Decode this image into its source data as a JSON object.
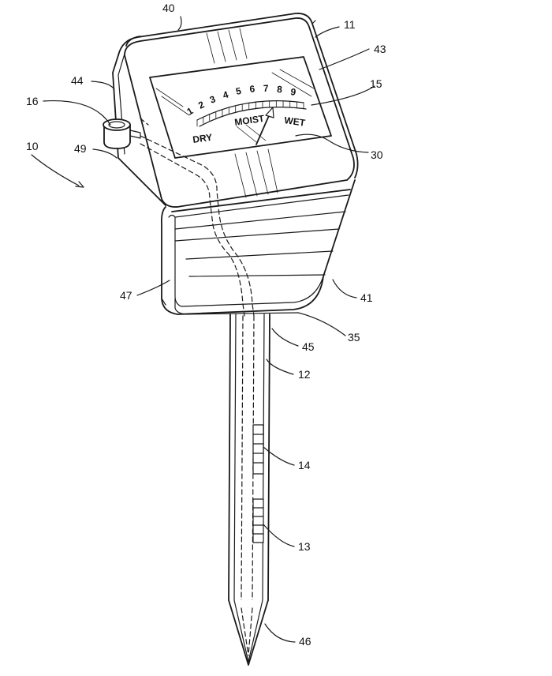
{
  "references": {
    "r10": "10",
    "r11": "11",
    "r12": "12",
    "r13": "13",
    "r14": "14",
    "r15": "15",
    "r16": "16",
    "r30": "30",
    "r35": "35",
    "r40": "40",
    "r41": "41",
    "r43": "43",
    "r44": "44",
    "r45": "45",
    "r46": "46",
    "r47": "47",
    "r49": "49"
  },
  "dial": {
    "scale": [
      "1",
      "2",
      "3",
      "4",
      "5",
      "6",
      "7",
      "8",
      "9"
    ],
    "dry": "DRY",
    "moist": "MOIST",
    "wet": "WET"
  }
}
